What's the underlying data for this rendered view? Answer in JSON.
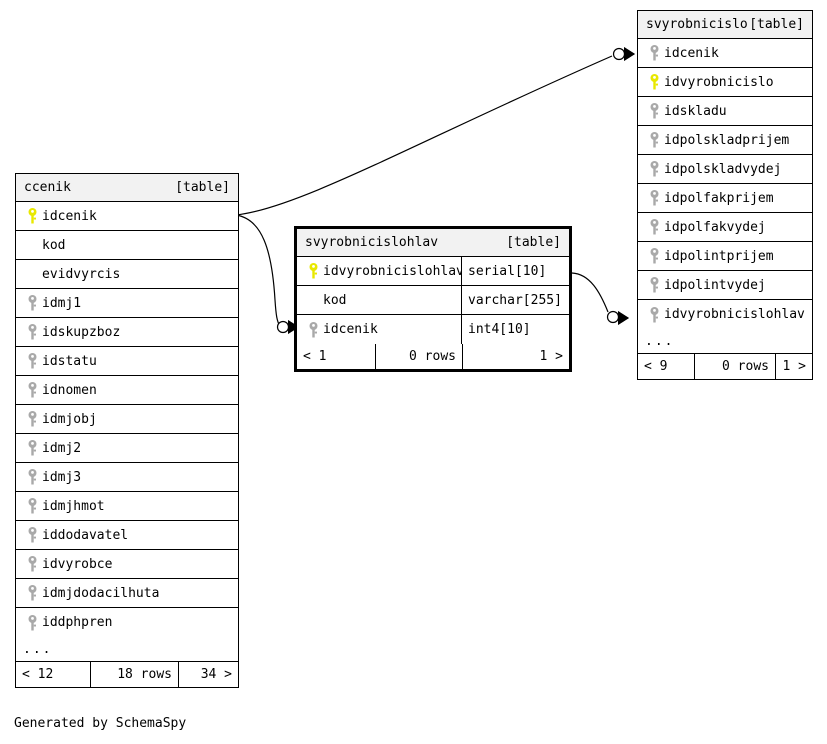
{
  "diagram": {
    "generator_caption": "Generated by SchemaSpy",
    "table_tag": "[table]",
    "ellipsis": "...",
    "colors": {
      "primary_key": "#e8e800",
      "foreign_key": "#a9a9a9",
      "header_bg": "#f2f2f2",
      "border": "#000000",
      "background": "#ffffff"
    }
  },
  "tables": [
    {
      "id": "svyrobnicislo",
      "name": "svyrobnicislo",
      "tag": "[table]",
      "focused": false,
      "columns": [
        {
          "name": "idcenik",
          "key": "foreign",
          "type": ""
        },
        {
          "name": "idvyrobnicislo",
          "key": "primary",
          "type": ""
        },
        {
          "name": "idskladu",
          "key": "foreign",
          "type": ""
        },
        {
          "name": "idpolskladprijem",
          "key": "foreign",
          "type": ""
        },
        {
          "name": "idpolskladvydej",
          "key": "foreign",
          "type": ""
        },
        {
          "name": "idpolfakprijem",
          "key": "foreign",
          "type": ""
        },
        {
          "name": "idpolfakvydej",
          "key": "foreign",
          "type": ""
        },
        {
          "name": "idpolintprijem",
          "key": "foreign",
          "type": ""
        },
        {
          "name": "idpolintvydej",
          "key": "foreign",
          "type": ""
        },
        {
          "name": "idvyrobnicislohlav",
          "key": "foreign",
          "type": ""
        }
      ],
      "has_ellipsis": true,
      "footer": {
        "prev": "< 9",
        "rows": "0 rows",
        "next": "1 >"
      }
    },
    {
      "id": "ccenik",
      "name": "ccenik",
      "tag": "[table]",
      "focused": false,
      "columns": [
        {
          "name": "idcenik",
          "key": "primary",
          "type": ""
        },
        {
          "name": "kod",
          "key": "none",
          "type": ""
        },
        {
          "name": "evidvyrcis",
          "key": "none",
          "type": ""
        },
        {
          "name": "idmj1",
          "key": "foreign",
          "type": ""
        },
        {
          "name": "idskupzboz",
          "key": "foreign",
          "type": ""
        },
        {
          "name": "idstatu",
          "key": "foreign",
          "type": ""
        },
        {
          "name": "idnomen",
          "key": "foreign",
          "type": ""
        },
        {
          "name": "idmjobj",
          "key": "foreign",
          "type": ""
        },
        {
          "name": "idmj2",
          "key": "foreign",
          "type": ""
        },
        {
          "name": "idmj3",
          "key": "foreign",
          "type": ""
        },
        {
          "name": "idmjhmot",
          "key": "foreign",
          "type": ""
        },
        {
          "name": "iddodavatel",
          "key": "foreign",
          "type": ""
        },
        {
          "name": "idvyrobce",
          "key": "foreign",
          "type": ""
        },
        {
          "name": "idmjdodacilhuta",
          "key": "foreign",
          "type": ""
        },
        {
          "name": "iddphpren",
          "key": "foreign",
          "type": ""
        }
      ],
      "has_ellipsis": true,
      "footer": {
        "prev": "< 12",
        "rows": "18 rows",
        "next": "34 >"
      }
    },
    {
      "id": "svyrobnicislohlav",
      "name": "svyrobnicislohlav",
      "tag": "[table]",
      "focused": true,
      "columns": [
        {
          "name": "idvyrobnicislohlav",
          "key": "primary",
          "type": "serial[10]"
        },
        {
          "name": "kod",
          "key": "none",
          "type": "varchar[255]"
        },
        {
          "name": "idcenik",
          "key": "foreign",
          "type": "int4[10]"
        }
      ],
      "has_ellipsis": false,
      "footer": {
        "prev": "< 1",
        "rows": "0 rows",
        "next": "1 >"
      }
    }
  ],
  "relationships": [
    {
      "from": "ccenik.idcenik",
      "to": "svyrobnicislo.idcenik",
      "cardinality": "zero-or-many"
    },
    {
      "from": "ccenik.idcenik",
      "to": "svyrobnicislohlav.idcenik",
      "cardinality": "zero-or-many"
    },
    {
      "from": "svyrobnicislohlav.idvyrobnicislohlav",
      "to": "svyrobnicislo.idvyrobnicislohlav",
      "cardinality": "zero-or-many"
    }
  ]
}
